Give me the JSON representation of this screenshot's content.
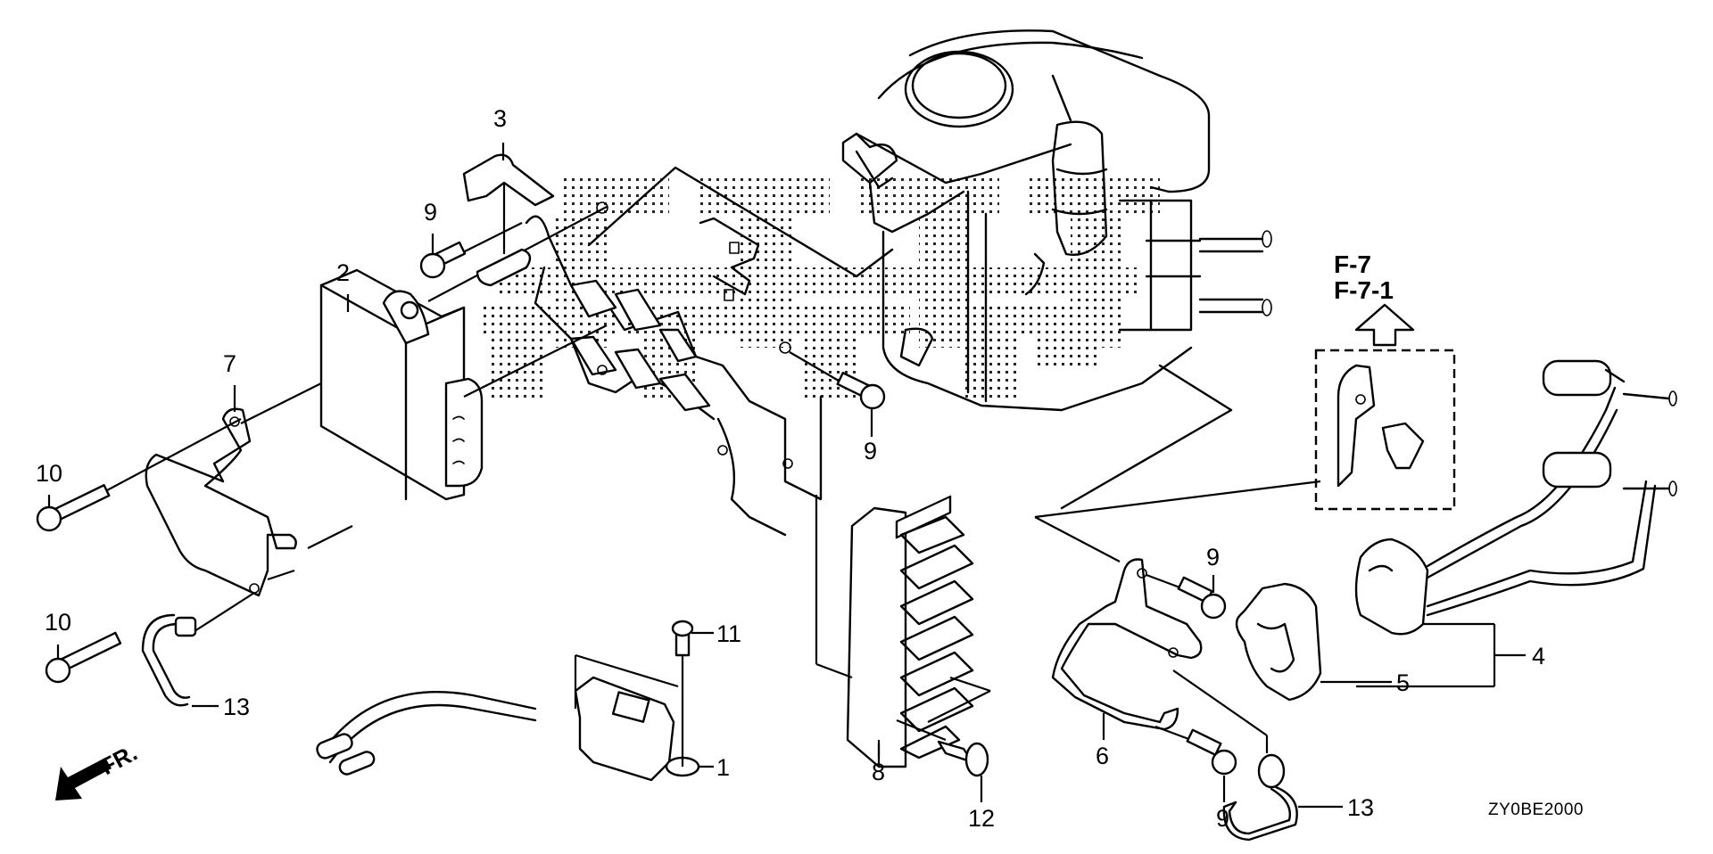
{
  "diagram": {
    "title": "Ignition / Control Unit Parts Diagram",
    "diagram_code": "ZY0BE2000",
    "front_indicator": "FR.",
    "reference_pages": [
      "F-7",
      "F-7-1"
    ],
    "watermark_pattern_color": "#000000",
    "line_color": "#000000",
    "background_color": "#ffffff"
  },
  "callouts": [
    {
      "id": "c3",
      "number": "3",
      "part": "bracket-clip"
    },
    {
      "id": "c9a",
      "number": "9",
      "part": "flange-bolt"
    },
    {
      "id": "c2",
      "number": "2",
      "part": "control-unit"
    },
    {
      "id": "c7",
      "number": "7",
      "part": "unit-bracket"
    },
    {
      "id": "c10a",
      "number": "10",
      "part": "flange-bolt-long"
    },
    {
      "id": "c10b",
      "number": "10",
      "part": "flange-bolt-long"
    },
    {
      "id": "c13a",
      "number": "13",
      "part": "wire-clip"
    },
    {
      "id": "c11",
      "number": "11",
      "part": "screw-washer"
    },
    {
      "id": "c1",
      "number": "1",
      "part": "ignition-coil-pulser"
    },
    {
      "id": "c8",
      "number": "8",
      "part": "regulator-rectifier"
    },
    {
      "id": "c12",
      "number": "12",
      "part": "push-clip"
    },
    {
      "id": "c9b",
      "number": "9",
      "part": "flange-bolt"
    },
    {
      "id": "c9c",
      "number": "9",
      "part": "flange-bolt"
    },
    {
      "id": "c6",
      "number": "6",
      "part": "coil-bracket"
    },
    {
      "id": "c9d",
      "number": "9",
      "part": "flange-bolt"
    },
    {
      "id": "c13b",
      "number": "13",
      "part": "wire-clip"
    },
    {
      "id": "c5",
      "number": "5",
      "part": "coil-cover"
    },
    {
      "id": "c4",
      "number": "4",
      "part": "ignition-coil-assembly"
    }
  ]
}
